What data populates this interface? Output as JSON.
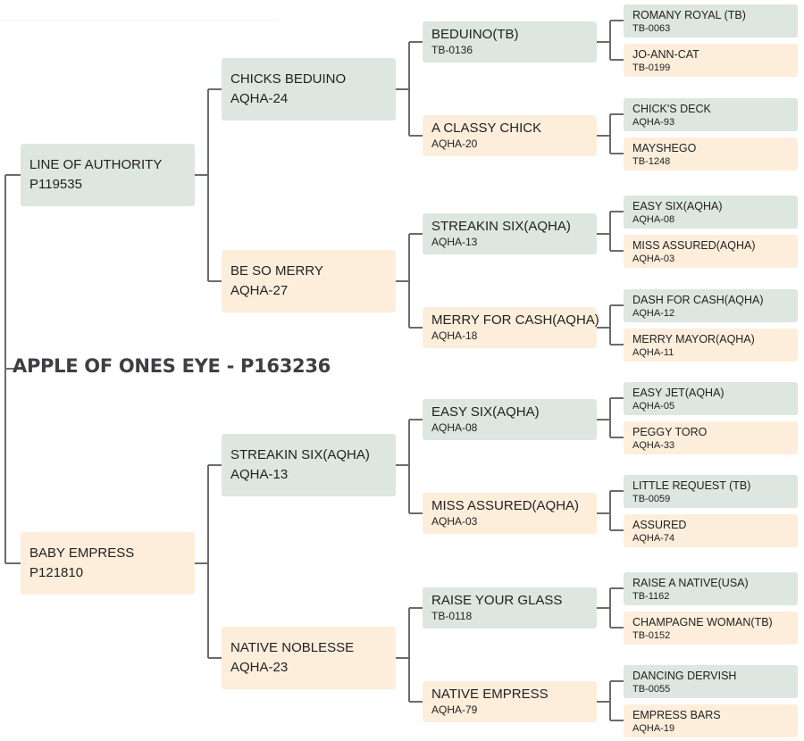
{
  "title": "APPLE OF ONES EYE - P163236",
  "gen1": [
    {
      "name": "LINE OF AUTHORITY",
      "reg": "P119535"
    },
    {
      "name": "BABY EMPRESS",
      "reg": "P121810"
    }
  ],
  "gen2": [
    {
      "name": "CHICKS BEDUINO",
      "reg": "AQHA-24"
    },
    {
      "name": "BE SO MERRY",
      "reg": "AQHA-27"
    },
    {
      "name": "STREAKIN SIX(AQHA)",
      "reg": "AQHA-13"
    },
    {
      "name": "NATIVE NOBLESSE",
      "reg": "AQHA-23"
    }
  ],
  "gen3": [
    {
      "name": "BEDUINO(TB)",
      "reg": "TB-0136"
    },
    {
      "name": "A CLASSY CHICK",
      "reg": "AQHA-20"
    },
    {
      "name": "STREAKIN SIX(AQHA)",
      "reg": "AQHA-13"
    },
    {
      "name": "MERRY FOR CASH(AQHA)",
      "reg": "AQHA-18"
    },
    {
      "name": "EASY SIX(AQHA)",
      "reg": "AQHA-08"
    },
    {
      "name": "MISS ASSURED(AQHA)",
      "reg": "AQHA-03"
    },
    {
      "name": "RAISE YOUR GLASS",
      "reg": "TB-0118"
    },
    {
      "name": "NATIVE EMPRESS",
      "reg": "AQHA-79"
    }
  ],
  "gen4": [
    {
      "name": "ROMANY ROYAL (TB)",
      "reg": "TB-0063"
    },
    {
      "name": "JO-ANN-CAT",
      "reg": "TB-0199"
    },
    {
      "name": "CHICK'S DECK",
      "reg": "AQHA-93"
    },
    {
      "name": "MAYSHEGO",
      "reg": "TB-1248"
    },
    {
      "name": "EASY SIX(AQHA)",
      "reg": "AQHA-08"
    },
    {
      "name": "MISS ASSURED(AQHA)",
      "reg": "AQHA-03"
    },
    {
      "name": "DASH FOR CASH(AQHA)",
      "reg": "AQHA-12"
    },
    {
      "name": "MERRY MAYOR(AQHA)",
      "reg": "AQHA-11"
    },
    {
      "name": "EASY JET(AQHA)",
      "reg": "AQHA-05"
    },
    {
      "name": "PEGGY TORO",
      "reg": "AQHA-33"
    },
    {
      "name": "LITTLE REQUEST (TB)",
      "reg": "TB-0059"
    },
    {
      "name": "ASSURED",
      "reg": "AQHA-74"
    },
    {
      "name": "RAISE A NATIVE(USA)",
      "reg": "TB-1162"
    },
    {
      "name": "CHAMPAGNE WOMAN(TB)",
      "reg": "TB-0152"
    },
    {
      "name": "DANCING DERVISH",
      "reg": "TB-0055"
    },
    {
      "name": "EMPRESS BARS",
      "reg": "AQHA-19"
    }
  ],
  "colors": {
    "sire": "#dde6e0",
    "dam": "#fdeedb",
    "connector": "#6b6b6b",
    "title": "#3c4043"
  }
}
